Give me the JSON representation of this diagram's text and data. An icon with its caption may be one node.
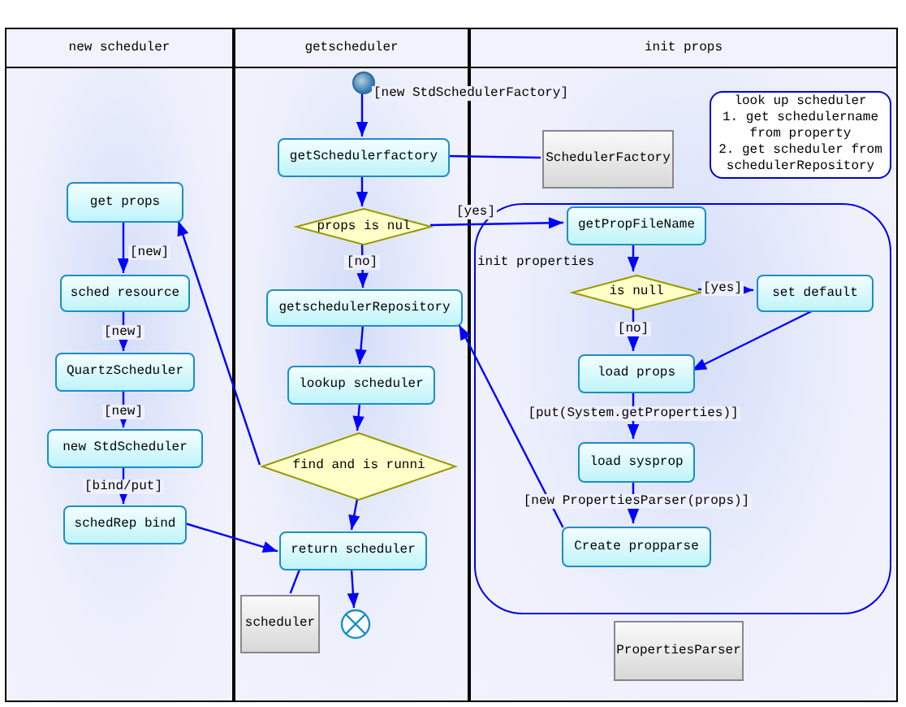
{
  "diagram": {
    "nodes": [
      {
        "text": [
          "new scheduler"
        ]
      },
      {
        "text": [
          "getscheduler"
        ]
      },
      {
        "text": [
          "init props"
        ]
      },
      {
        "text": [],
        "shape": "circle",
        "in": 1
      },
      {
        "text": [
          "getSchedulerfactory"
        ],
        "in": 1
      },
      {
        "text": [
          "SchedulerFactory"
        ],
        "in": 2
      },
      {
        "text": [
          "look up scheduler",
          "1. get schedulername from property",
          "2. get scheduler from schedulerRepository"
        ],
        "in": 2
      },
      {
        "text": [
          "props is nul"
        ],
        "in": 1
      },
      {
        "text": [
          "init properties"
        ],
        "in": 2
      },
      {
        "text": [
          "getPropFileName"
        ],
        "in": 8
      },
      {
        "text": [
          "getschedulerRepository"
        ],
        "in": 1
      },
      {
        "text": [
          "is null"
        ],
        "in": 8
      },
      {
        "text": [
          "set default"
        ],
        "in": 8
      },
      {
        "text": [
          "get props"
        ],
        "in": 0
      },
      {
        "text": [
          "sched resource"
        ],
        "in": 0
      },
      {
        "text": [
          "QuartzScheduler"
        ],
        "in": 0
      },
      {
        "text": [
          "new StdScheduler"
        ],
        "in": 0
      },
      {
        "text": [
          "schedRep bind"
        ],
        "in": 0
      },
      {
        "text": [
          "lookup scheduler"
        ],
        "in": 1
      },
      {
        "text": [
          "find and is runni"
        ],
        "in": 1
      },
      {
        "text": [
          "load props"
        ],
        "in": 8
      },
      {
        "text": [
          "load sysprop"
        ],
        "in": 8
      },
      {
        "text": [
          "Create propparse"
        ],
        "in": 8
      },
      {
        "text": [
          "return scheduler"
        ],
        "in": 1
      },
      {
        "text": [
          "scheduler"
        ],
        "in": 1
      },
      {
        "text": [],
        "shape": "circle",
        "in": 1
      },
      {
        "text": [
          "PropertiesParser"
        ],
        "in": 2
      }
    ],
    "edges": [
      {
        "from": 3,
        "to": 4,
        "arrow": "to",
        "label": "[new StdSchedulerFactory]"
      },
      {
        "from": 4,
        "to": 5,
        "arrow": "none"
      },
      {
        "from": 4,
        "to": 7,
        "arrow": "to"
      },
      {
        "from": 7,
        "to": 9,
        "arrow": "to",
        "label": "[yes]"
      },
      {
        "from": 7,
        "to": 10,
        "arrow": "to",
        "label": "[no]"
      },
      {
        "from": 9,
        "to": 11,
        "arrow": "to"
      },
      {
        "from": 11,
        "to": 12,
        "arrow": "to",
        "label": "[yes]"
      },
      {
        "from": 11,
        "to": 20,
        "arrow": "to",
        "label": "[no]"
      },
      {
        "from": 12,
        "to": 20,
        "arrow": "to"
      },
      {
        "from": 10,
        "to": 18,
        "arrow": "to"
      },
      {
        "from": 18,
        "to": 19,
        "arrow": "to"
      },
      {
        "from": 19,
        "to": 13,
        "arrow": "to"
      },
      {
        "from": 19,
        "to": 23,
        "arrow": "to"
      },
      {
        "from": 13,
        "to": 14,
        "arrow": "to",
        "label": "[new]"
      },
      {
        "from": 14,
        "to": 15,
        "arrow": "to",
        "label": "[new]"
      },
      {
        "from": 15,
        "to": 16,
        "arrow": "to",
        "label": "[new]"
      },
      {
        "from": 16,
        "to": 17,
        "arrow": "to",
        "label": "[bind/put]"
      },
      {
        "from": 17,
        "to": 23,
        "arrow": "to"
      },
      {
        "from": 20,
        "to": 21,
        "arrow": "to",
        "label": "[put(System.getProperties)]"
      },
      {
        "from": 21,
        "to": 22,
        "arrow": "to",
        "label": "[new PropertiesParser(props)]"
      },
      {
        "from": 22,
        "to": 10,
        "arrow": "to"
      },
      {
        "from": 23,
        "to": 24,
        "arrow": "none"
      },
      {
        "from": 23,
        "to": 25,
        "arrow": "to"
      }
    ]
  }
}
